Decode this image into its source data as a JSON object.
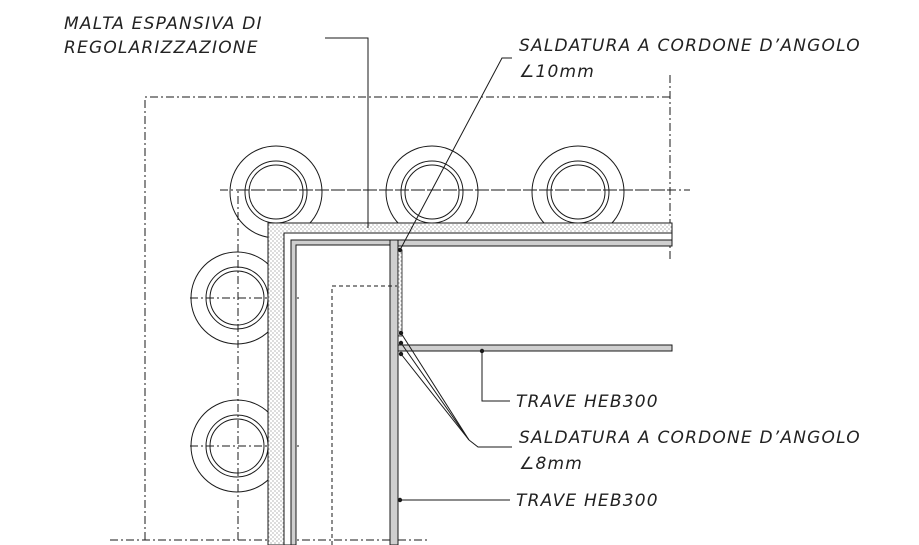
{
  "labels": {
    "grout_line1": "MALTA ESPANSIVA DI",
    "grout_line2": "REGOLARIZZAZIONE",
    "weld_top_line1": "SALDATURA A CORDONE D’ANGOLO",
    "weld_top_line2": "∠10mm",
    "beam_1": "TRAVE HEB300",
    "weld_bottom_line1": "SALDATURA A CORDONE D’ANGOLO",
    "weld_bottom_line2": "∠8mm",
    "beam_2": "TRAVE HEB300"
  },
  "colors": {
    "line": "#1a1a1a",
    "plate_fill": "#cfcfcf",
    "grout_dots": "#555555"
  }
}
